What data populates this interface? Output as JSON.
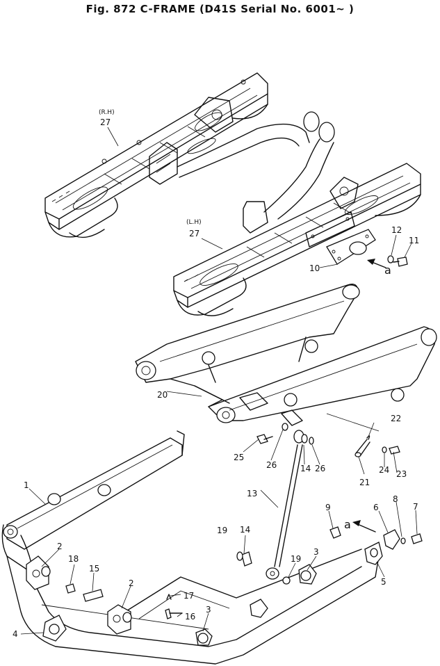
{
  "figure": {
    "title": "Fig. 872  C-FRAME  (D41S Serial No. 6001~ )"
  },
  "parts": {
    "rh_side": "(R.H)",
    "lh_side": "(L.H)",
    "p27_rh": "27",
    "p27_lh": "27",
    "p1": "1",
    "p2a": "2",
    "p2b": "2",
    "p3a": "3",
    "p3b": "3",
    "p4": "4",
    "p5": "5",
    "p6": "6",
    "p7": "7",
    "p8": "8",
    "p9": "9",
    "p10": "10",
    "p11": "11",
    "p12": "12",
    "p13": "13",
    "p14a": "14",
    "p14b": "14",
    "p15": "15",
    "p16": "16",
    "p17": "17",
    "p18": "18",
    "p19a": "19",
    "p19b": "19",
    "p20": "20",
    "p21": "21",
    "p22": "22",
    "p23": "23",
    "p24": "24",
    "p25": "25",
    "p26a": "26",
    "p26b": "26"
  },
  "refs": {
    "a_upper": "a",
    "a_lower": "a"
  }
}
